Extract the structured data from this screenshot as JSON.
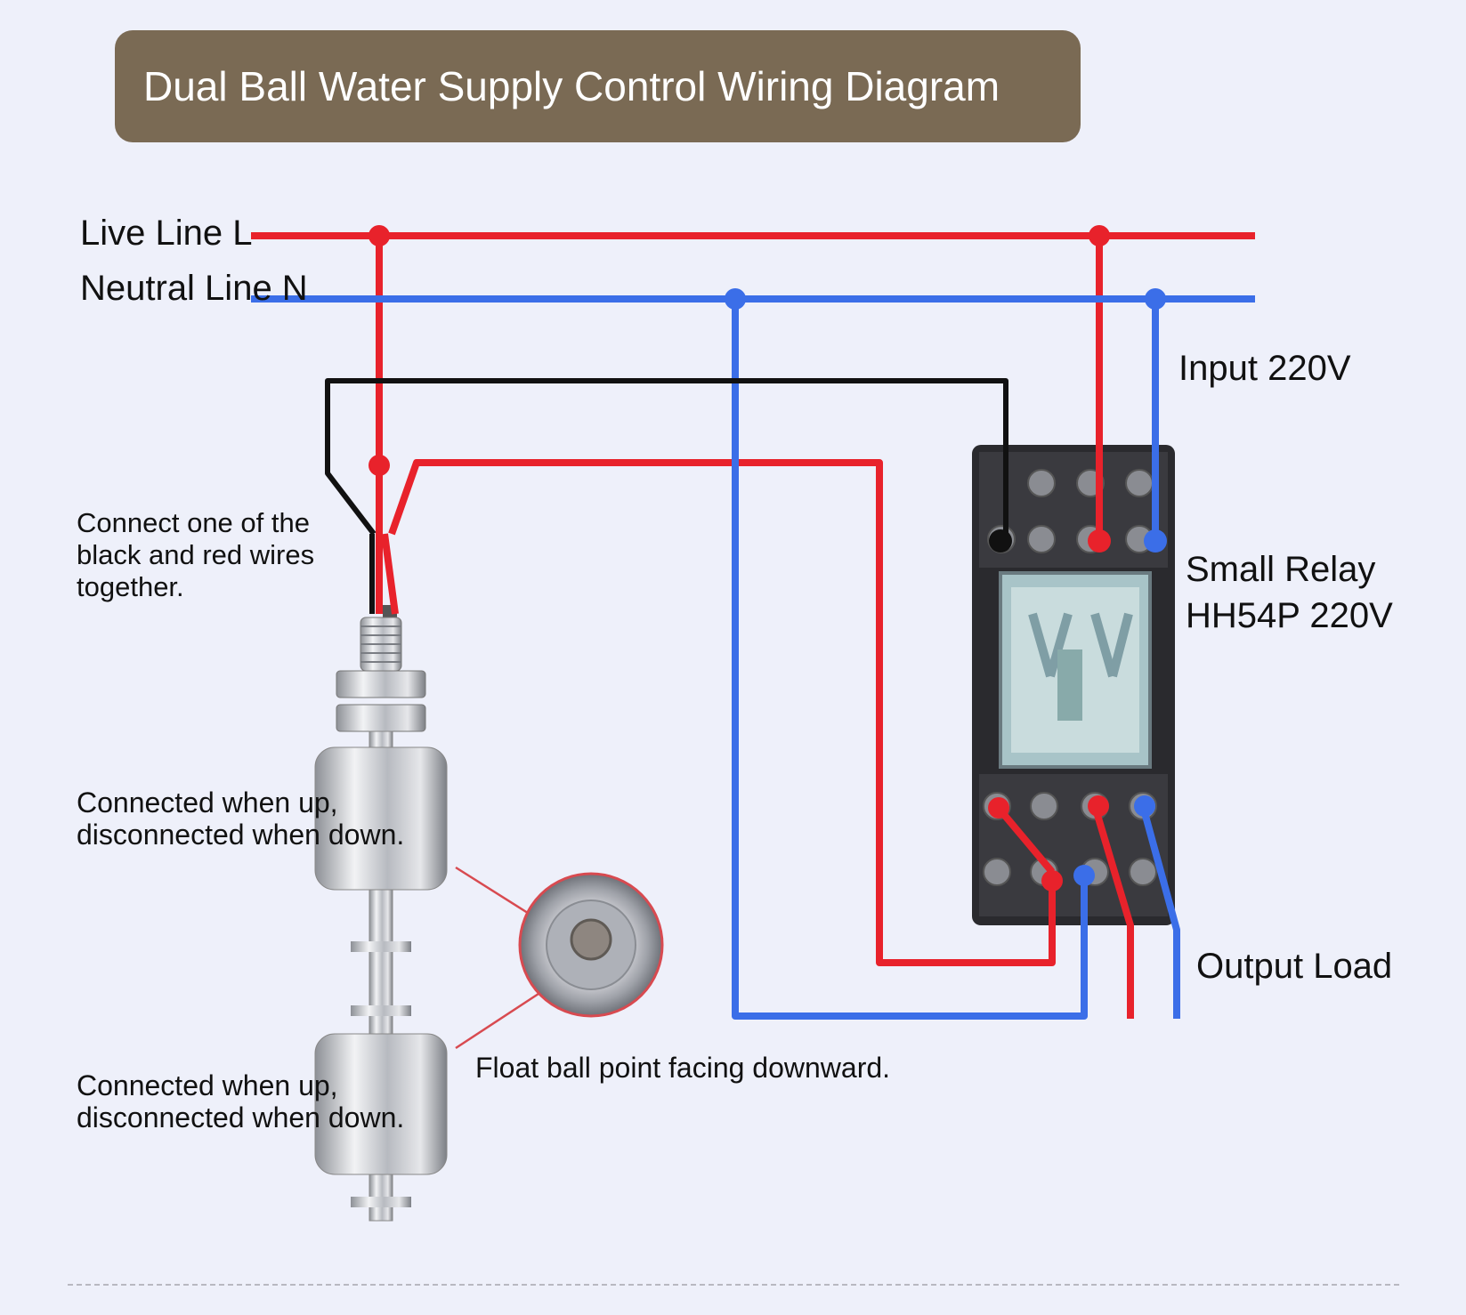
{
  "title": "Dual Ball Water Supply Control Wiring Diagram",
  "labels": {
    "live_line": "Live Line L",
    "neutral_line": "Neutral Line N",
    "input": "Input 220V",
    "relay_line1": "Small Relay",
    "relay_line2": "HH54P 220V",
    "output": "Output Load",
    "connect_note": "Connect one of the black and red wires together.",
    "upper_ball_line1": "Connected when up,",
    "upper_ball_line2": "disconnected when down.",
    "lower_ball_line1": "Connected when up,",
    "lower_ball_line2": "disconnected when down.",
    "float_point": "Float ball point facing downward."
  },
  "colors": {
    "live": "#e8222b",
    "neutral": "#3b6ee8",
    "signal": "#111111",
    "banner": "#7a6a54",
    "background": "#eef0fa"
  },
  "icons": [
    "float-switch-icon",
    "relay-icon",
    "float-ball-closeup-icon"
  ]
}
